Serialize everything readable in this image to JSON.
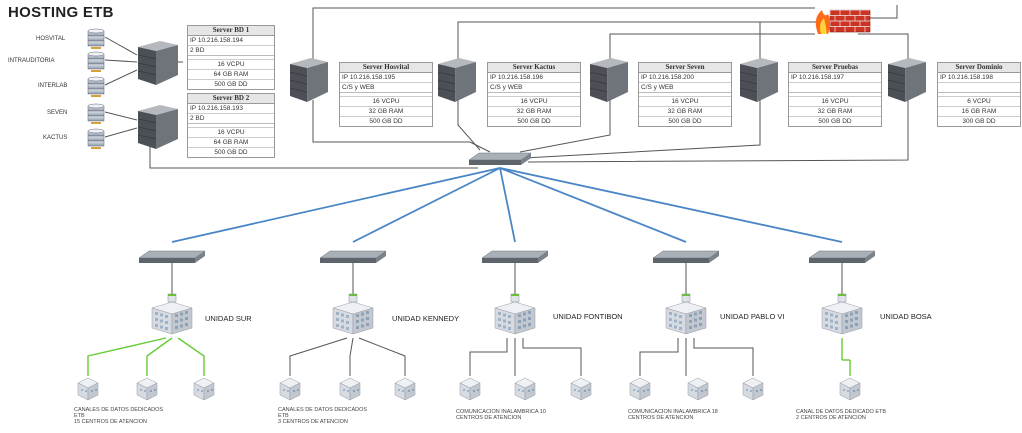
{
  "title": "HOSTING ETB",
  "databases": [
    "HOSVITAL",
    "INTRAUDITORIA",
    "INTERLAB",
    "SEVEN",
    "KACTUS"
  ],
  "bd_servers": [
    {
      "name": "Server BD 1",
      "ip": "IP 10.216.158.194",
      "role": "2 BD",
      "cpu": "16 VCPU",
      "ram": "64 GB RAM",
      "disk": "500 GB DD"
    },
    {
      "name": "Server BD 2",
      "ip": "IP 10.216.158.193",
      "role": "2 BD",
      "cpu": "16 VCPU",
      "ram": "64 GB RAM",
      "disk": "500 GB DD"
    }
  ],
  "app_servers": [
    {
      "name": "Server Hosvital",
      "ip": "IP 10.216.158.195",
      "role": "C/S y WEB",
      "cpu": "16 VCPU",
      "ram": "32 GB RAM",
      "disk": "500 GB DD"
    },
    {
      "name": "Server Kactus",
      "ip": "IP 10.216.158.196",
      "role": "C/S y WEB",
      "cpu": "16 VCPU",
      "ram": "32 GB RAM",
      "disk": "500 GB DD"
    },
    {
      "name": "Server Seven",
      "ip": "IP 10.216.158.200",
      "role": "C/S y WEB",
      "cpu": "16 VCPU",
      "ram": "32 GB RAM",
      "disk": "500 GB DD"
    },
    {
      "name": "Server Pruebas",
      "ip": "IP 10.216.158.197",
      "role": "",
      "cpu": "16 VCPU",
      "ram": "32 GB RAM",
      "disk": "500 GB DD"
    },
    {
      "name": "Server Dominio",
      "ip": "IP 10.216.158.198",
      "role": "",
      "cpu": "6 VCPU",
      "ram": "16 GB RAM",
      "disk": "300 GB DD"
    }
  ],
  "units": [
    {
      "name": "UNIDAD SUR",
      "caption": [
        "CANALES DE DATOS DEDICADOS",
        "ETB",
        "15 CENTROS DE ATENCION"
      ],
      "link": "wired-green"
    },
    {
      "name": "UNIDAD KENNEDY",
      "caption": [
        "CANALES DE DATOS DEDICADOS",
        "ETB",
        "3 CENTROS DE ATENCION"
      ],
      "link": "wired"
    },
    {
      "name": "UNIDAD FONTIBON",
      "caption": [
        "COMUNICACION INALAMBRICA 10",
        "CENTROS DE ATENCION"
      ],
      "link": "wireless"
    },
    {
      "name": "UNIDAD PABLO VI",
      "caption": [
        "COMUNICACION INALAMBRICA 18",
        "CENTROS DE ATENCION"
      ],
      "link": "wireless"
    },
    {
      "name": "UNIDAD BOSA",
      "caption": [
        "CANAL DE DATOS DEDICADO ETB",
        "2 CENTROS DE ATENCION"
      ],
      "link": "wired-green"
    }
  ],
  "colors": {
    "uplink": "#4a86c5",
    "green_link": "#66cc33",
    "line": "#555555",
    "firewall": "#cc3322"
  },
  "icons": [
    "database-icon",
    "server-tower-icon",
    "network-switch-icon",
    "firewall-icon",
    "building-icon",
    "branch-office-icon"
  ]
}
